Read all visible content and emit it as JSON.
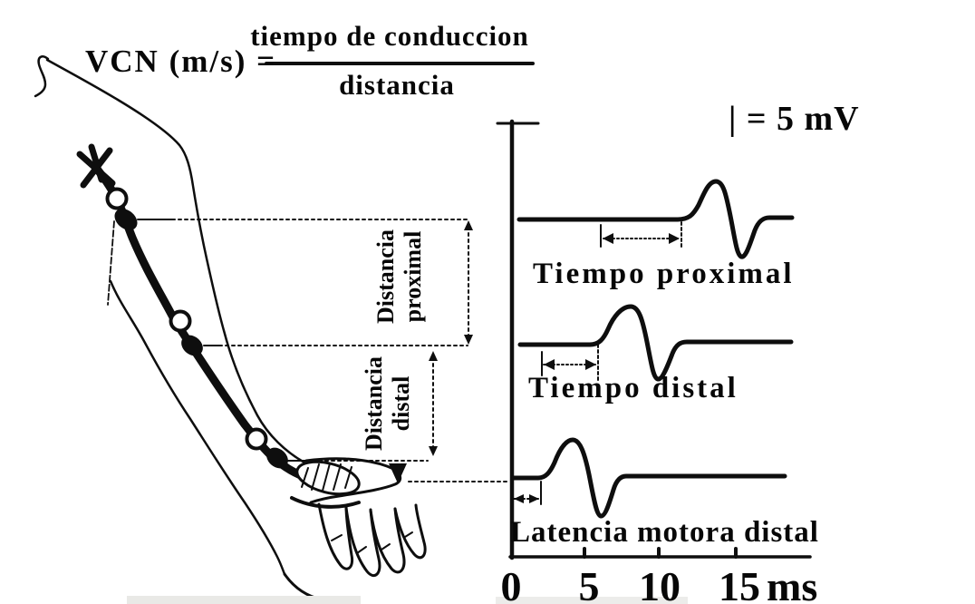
{
  "formula": {
    "lhs": "VCN (m/s) =",
    "numerator": "tiempo de conduccion",
    "denominator": "distancia"
  },
  "scale": {
    "label": "| = 5 mV"
  },
  "distances": {
    "proximal": [
      "Distancia",
      "proximal"
    ],
    "distal": [
      "Distancia",
      "distal"
    ]
  },
  "traces": {
    "proximal": "Tiempo proximal",
    "distal": "Tiempo distal",
    "latency": "Latencia motora distal"
  },
  "axis": {
    "ticks": [
      "0",
      "5",
      "10",
      "15"
    ],
    "unit": "ms"
  },
  "colors": {
    "ink": "#0e0e0e",
    "background": "#ffffff"
  }
}
